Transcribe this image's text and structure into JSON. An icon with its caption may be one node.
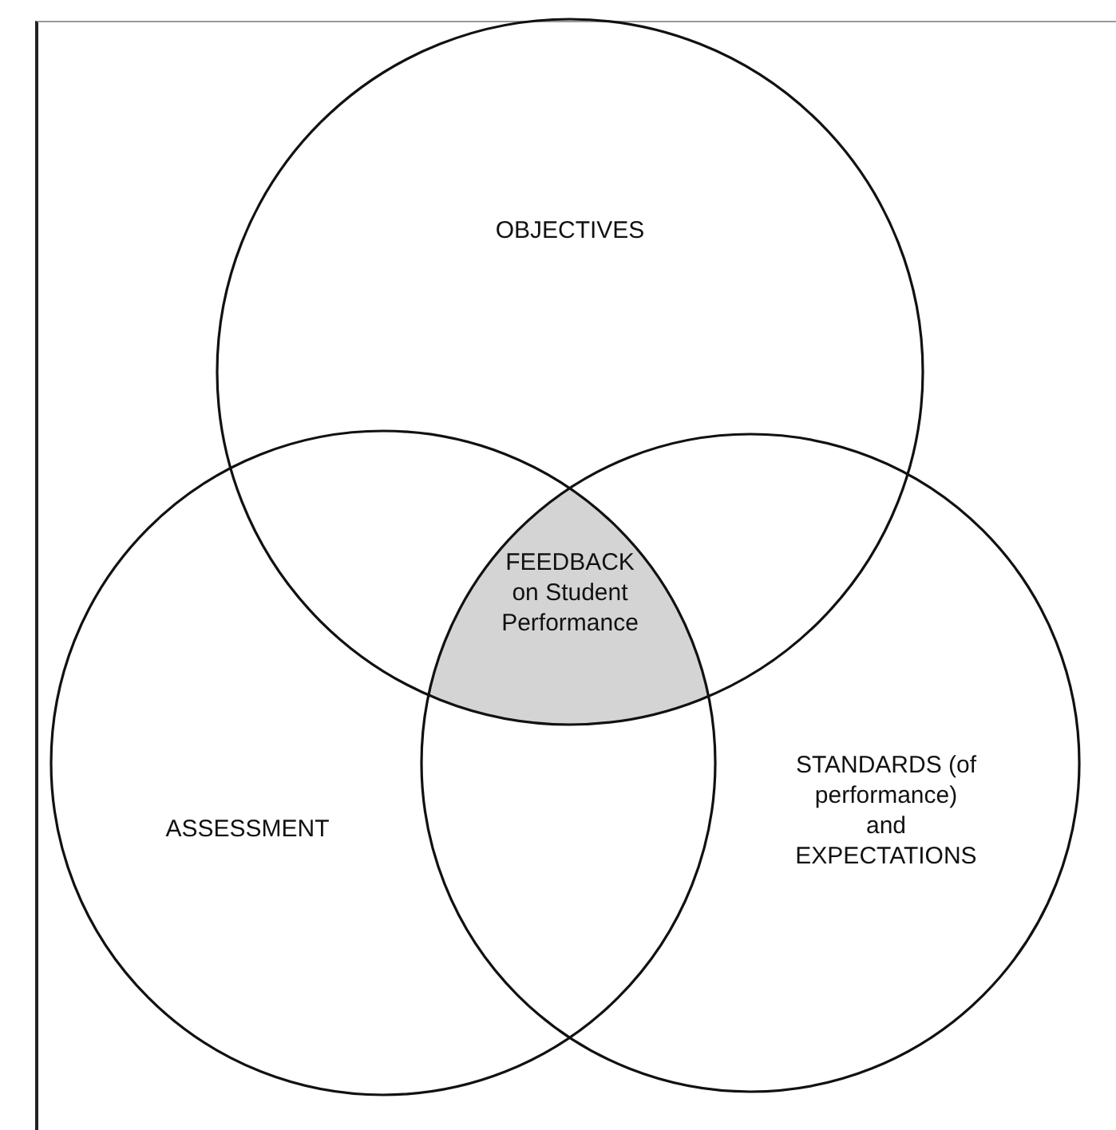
{
  "diagram": {
    "nodes": [
      {
        "text": [
          "OBJECTIVES"
        ]
      },
      {
        "text": [
          "ASSESSMENT"
        ]
      },
      {
        "text": [
          "STANDARDS (of performance) and EXPECTATIONS"
        ]
      },
      {
        "text": [
          "FEEDBACK on Student Performance"
        ]
      }
    ]
  }
}
